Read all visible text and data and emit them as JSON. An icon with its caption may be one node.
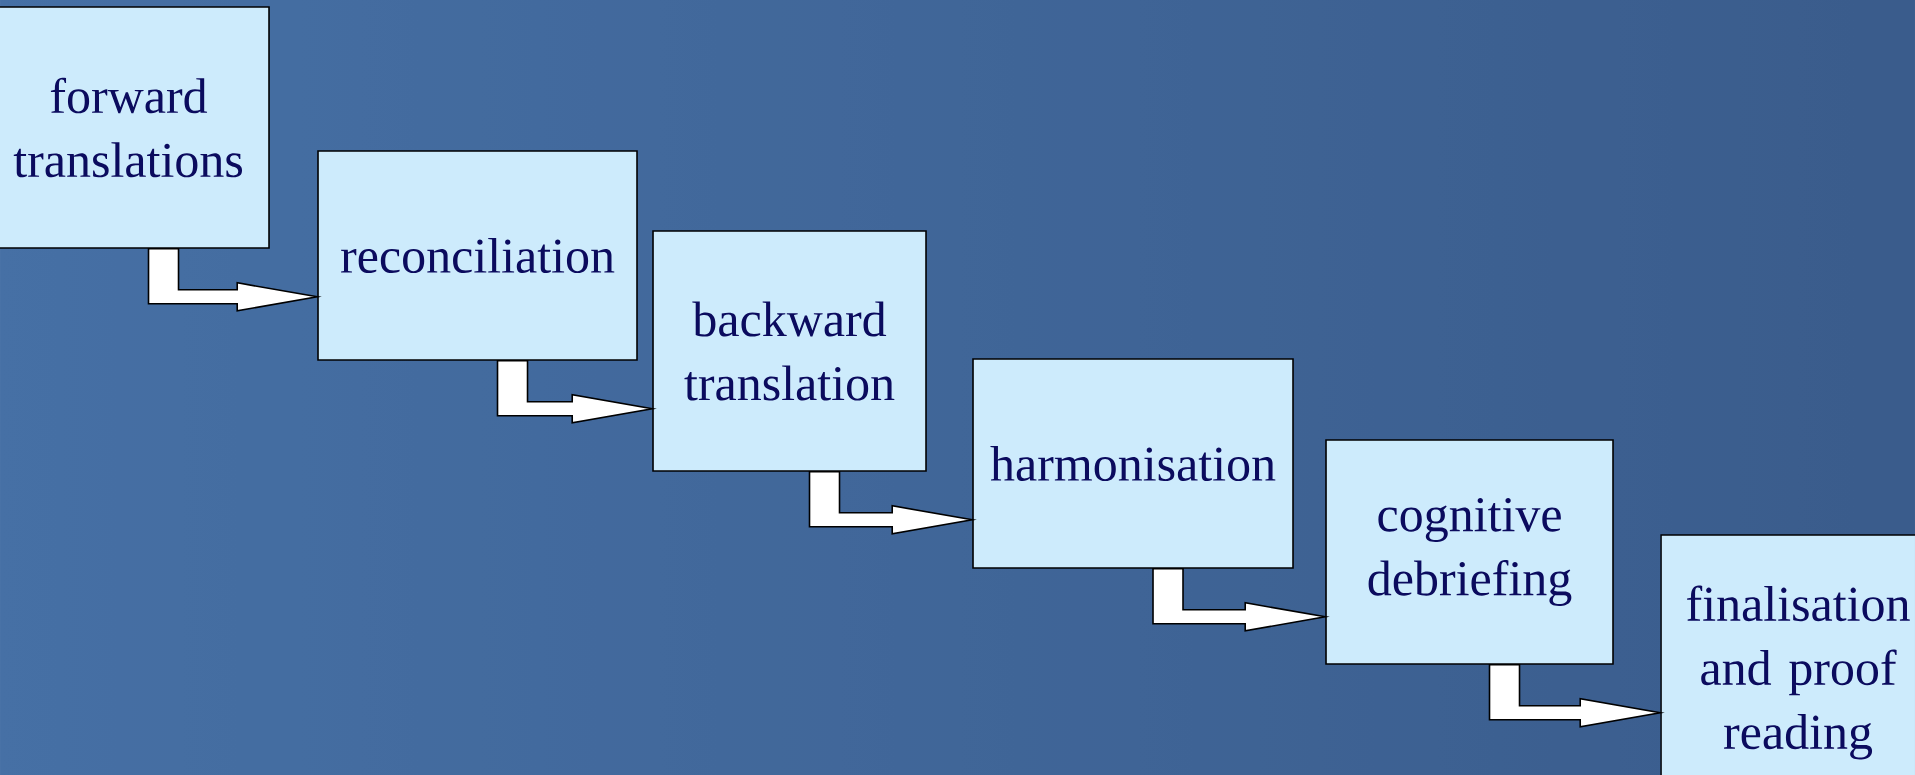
{
  "diagram": {
    "nodes": [
      {
        "text": [
          "forward translations"
        ]
      },
      {
        "text": [
          "reconciliation"
        ]
      },
      {
        "text": [
          "backward translation"
        ]
      },
      {
        "text": [
          "harmonisation"
        ]
      },
      {
        "text": [
          "cognitive debriefing"
        ]
      },
      {
        "text": [
          "finalisation and proof reading"
        ]
      }
    ],
    "edges": [
      {
        "from": 0,
        "to": 1,
        "arrow": "to"
      },
      {
        "from": 1,
        "to": 2,
        "arrow": "to"
      },
      {
        "from": 2,
        "to": 3,
        "arrow": "to"
      },
      {
        "from": 3,
        "to": 4,
        "arrow": "to"
      },
      {
        "from": 4,
        "to": 5,
        "arrow": "to"
      }
    ]
  }
}
